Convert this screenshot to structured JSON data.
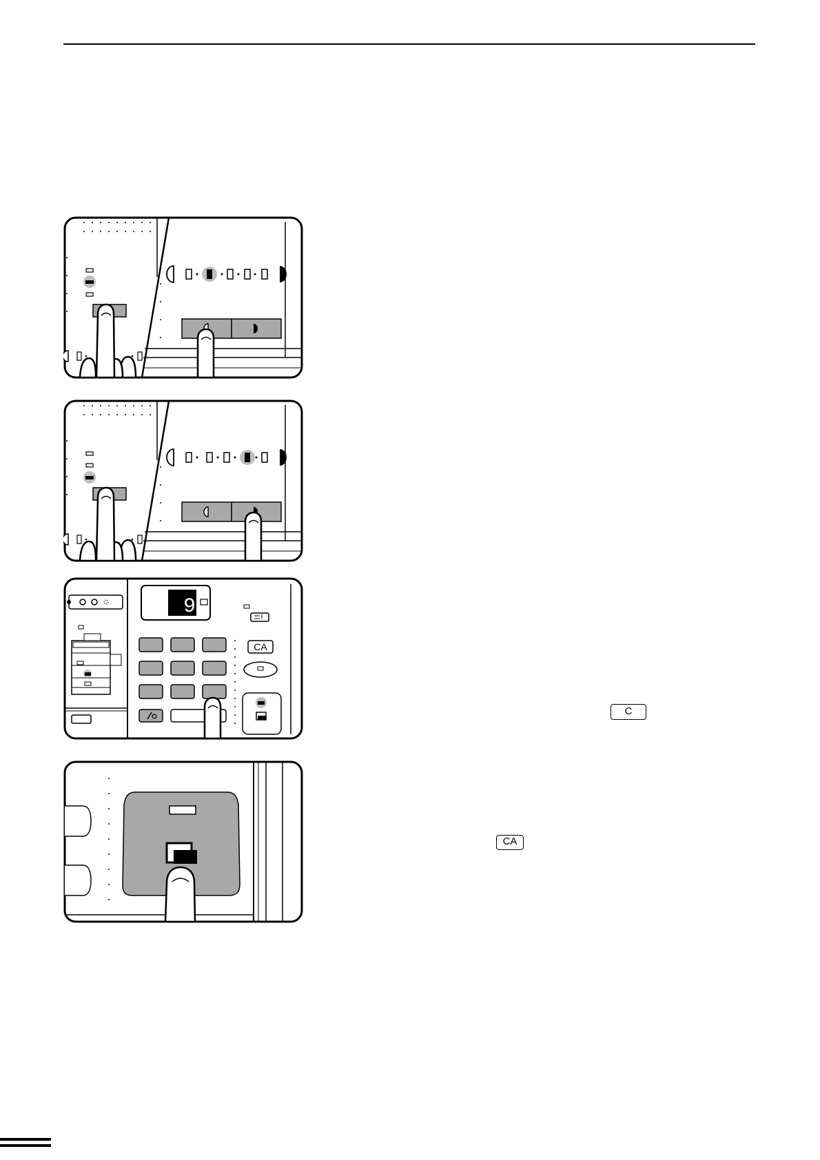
{
  "panels": {
    "counter_panel": {
      "display_digit": "9",
      "clear_all_key": "CA"
    }
  },
  "inline_keys": {
    "clear_key": "C",
    "clear_all_key": "CA"
  }
}
